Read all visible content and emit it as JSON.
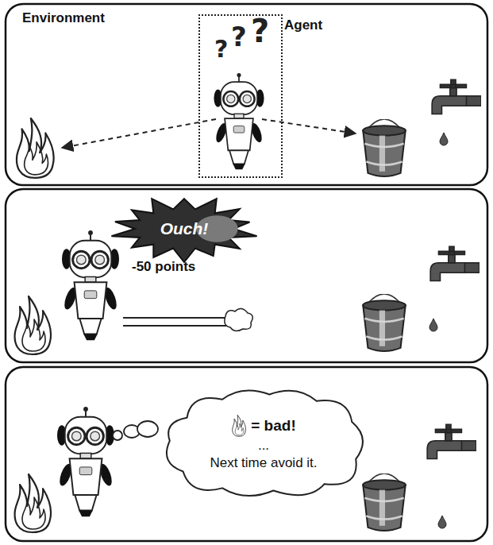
{
  "diagram": {
    "nodes": [
      {
        "text": [
          "Agent"
        ]
      },
      {
        "text": [
          "Ouch!"
        ]
      },
      {
        "text": [
          "= bad!",
          "...",
          "Next time avoid it."
        ]
      }
    ],
    "labels": [
      "Environment",
      "?",
      "?",
      "?",
      "-50 points"
    ]
  }
}
